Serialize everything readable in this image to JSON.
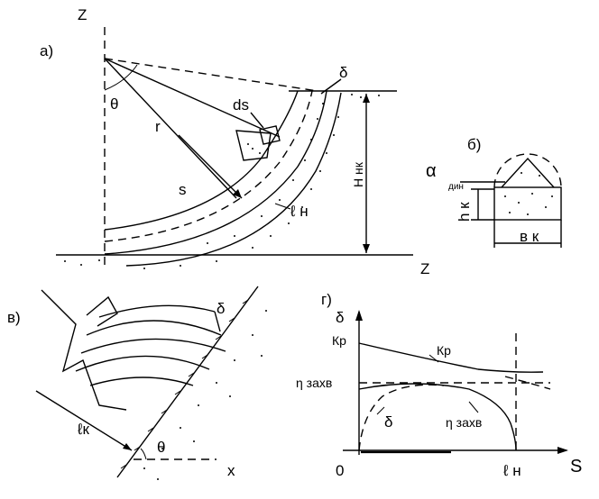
{
  "panel_a": {
    "label": "а)",
    "axis_z_top": "Z",
    "axis_z_right": "Z",
    "theta": "θ",
    "r": "r",
    "ds": "ds",
    "s": "s",
    "ln": "ℓ н",
    "delta": "δ",
    "h_nk": "Н нк"
  },
  "panel_b": {
    "label": "б)",
    "alpha": "α",
    "alpha_sub": "дин",
    "hk": "h к",
    "bk": "в к"
  },
  "panel_v": {
    "label": "в)",
    "delta": "δ",
    "lk": "ℓк",
    "theta": "θ",
    "x": "x"
  },
  "panel_g": {
    "label": "г)",
    "axis_delta": "δ",
    "kp": "Кр",
    "eta": "η захв",
    "delta": "δ",
    "origin": "0",
    "ln": "ℓ н",
    "axis_s": "S"
  }
}
